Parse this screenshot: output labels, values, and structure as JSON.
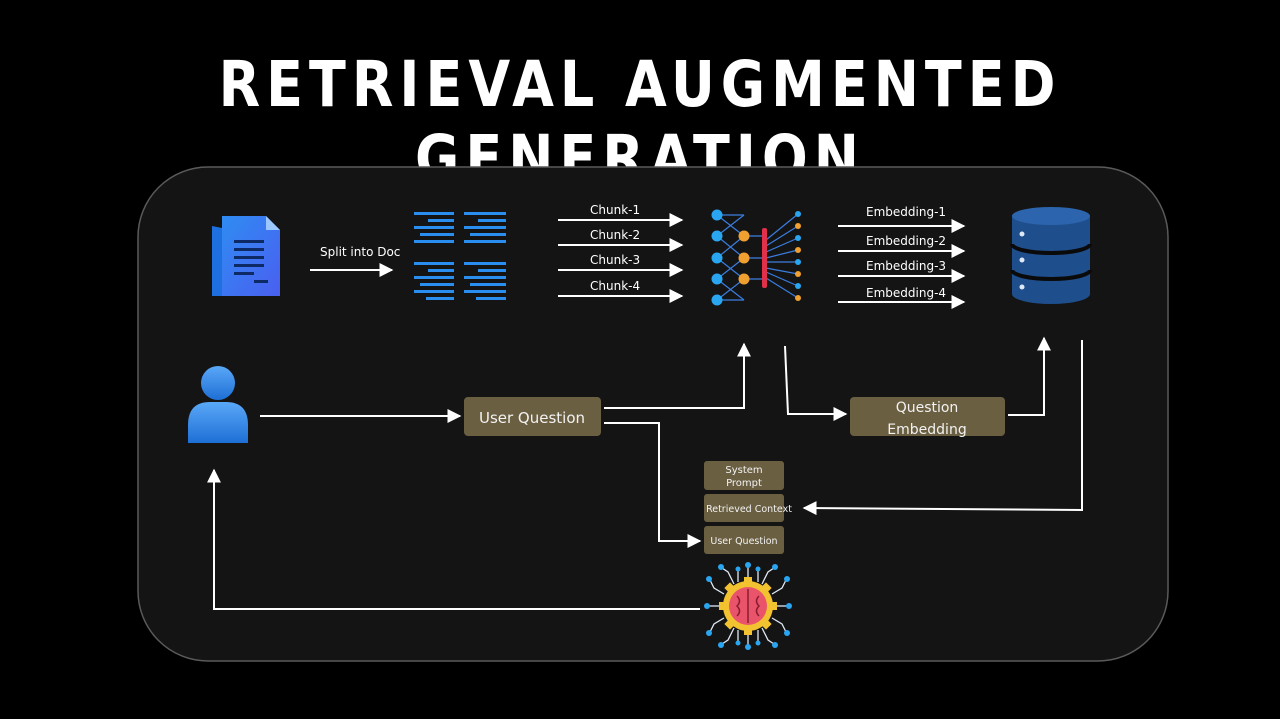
{
  "title": "RETRIEVAL AUGMENTED GENERATION",
  "labels": {
    "split": "Split into Doc",
    "chunks": [
      "Chunk-1",
      "Chunk-2",
      "Chunk-3",
      "Chunk-4"
    ],
    "embeddings": [
      "Embedding-1",
      "Embedding-2",
      "Embedding-3",
      "Embedding-4"
    ]
  },
  "boxes": {
    "user_question": "User Question",
    "question_embedding_line1": "Question",
    "question_embedding_line2": "Embedding",
    "system_prompt_line1": "System",
    "system_prompt_line2": "Prompt",
    "retrieved_context": "Retrieved Context",
    "user_question_small": "User Question"
  },
  "icons": {
    "document": "document-icon",
    "chunks": "chunks-icon",
    "embedding_model": "neural-network-icon",
    "vector_db": "database-icon",
    "user": "user-icon",
    "llm": "brain-chip-icon"
  },
  "colors": {
    "background": "#000000",
    "panel": "#141414",
    "panel_border": "#555555",
    "box_fill": "#6b5f42",
    "arrow": "#ffffff",
    "blue": "#2a8df0",
    "db_blue": "#1f4e8c"
  }
}
